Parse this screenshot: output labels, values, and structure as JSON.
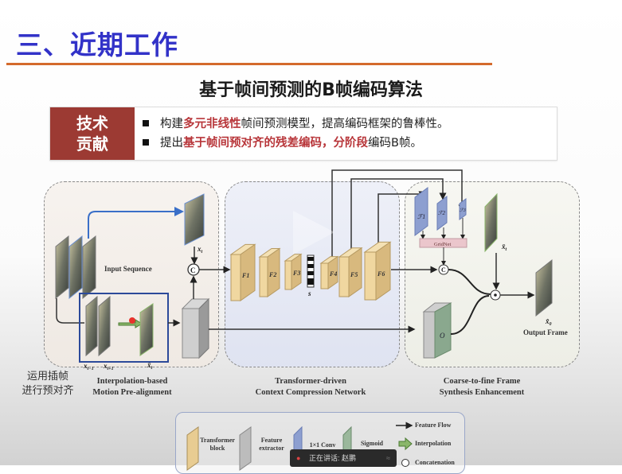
{
  "slide": {
    "section_title": "三、近期工作",
    "heading": "基于帧间预测的B帧编码算法",
    "contributions": {
      "label_line1": "技术",
      "label_line2": "贡献",
      "items": [
        {
          "pre": "构建",
          "highlight": "多元非线性",
          "post": "帧间预测模型，提高编码框架的鲁棒性。"
        },
        {
          "pre": "提出",
          "highlight": "基于帧间预对齐的残差编码，分阶段",
          "post": "编码B帧。"
        }
      ]
    },
    "colors": {
      "title_blue": "#3232c8",
      "rule_orange": "#d46a2c",
      "label_red": "#9c3a33",
      "highlight_red": "#b8363a"
    }
  },
  "diagram": {
    "side_note_line1": "运用插帧",
    "side_note_line2": "进行预对齐",
    "input_sequence_label": "Input Sequence",
    "x_t": "x",
    "x_t_sub": "t",
    "x_t_minus": "x",
    "x_t_minus_sub": "t−1",
    "x_t_plus": "x",
    "x_t_plus_sub": "t+1",
    "x_bar": "x̄",
    "x_bar_sub": "t",
    "concat_symbol": "C",
    "blocks": [
      "F1",
      "F2",
      "F3",
      "F4",
      "F5",
      "F6"
    ],
    "s_label": "s",
    "conv_labels": [
      "ℱ1",
      "ℱ2",
      "ℱ3"
    ],
    "gridnet_label": "GridNet",
    "sigmoid_label": "O",
    "dot_symbol": "⊙",
    "x_hat": "x̂",
    "x_hat_sub": "0",
    "output_frame_label": "Output Frame",
    "panel_captions": [
      {
        "line1": "Interpolation-based",
        "line2": "Motion Pre-alignment"
      },
      {
        "line1": "Transformer-driven",
        "line2": "Context Compression Network"
      },
      {
        "line1": "Coarse-to-fine Frame",
        "line2": "Synthesis Enhancement"
      }
    ]
  },
  "legend": {
    "transformer_block": {
      "line1": "Transformer",
      "line2": "block"
    },
    "feature_extractor": {
      "line1": "Feature",
      "line2": "extractor"
    },
    "conv": "1×1 Conv",
    "sigmoid": "Sigmoid",
    "feature_flow": "Feature Flow",
    "interpolation": "Interpolation",
    "concatenation": "Concatenation"
  },
  "overlay": {
    "speaker_text": "正在讲话: 赵鹏",
    "mic_icon": "microphone-icon"
  }
}
